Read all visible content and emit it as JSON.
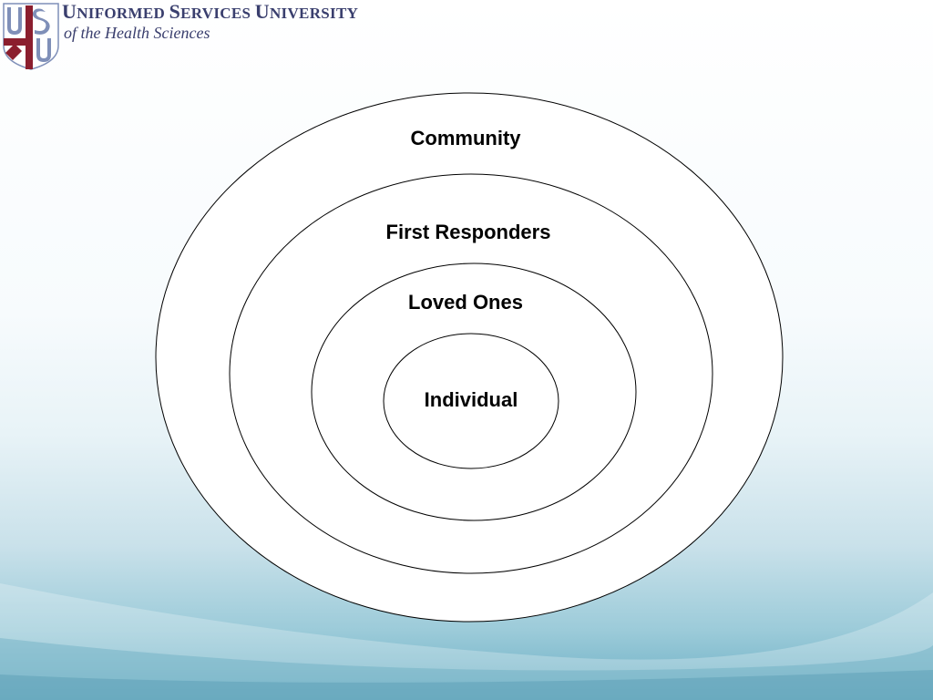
{
  "header": {
    "logo_letters": "USU",
    "university_name": {
      "parts": [
        {
          "text": "U",
          "size": "big"
        },
        {
          "text": "NIFORMED ",
          "size": "small"
        },
        {
          "text": "S",
          "size": "big"
        },
        {
          "text": "ERVICES ",
          "size": "small"
        },
        {
          "text": "U",
          "size": "big"
        },
        {
          "text": "NIVERSITY",
          "size": "small"
        }
      ]
    },
    "subtitle": "of the Health Sciences"
  },
  "diagram": {
    "rings": [
      {
        "label": "Community"
      },
      {
        "label": "First Responders"
      },
      {
        "label": "Loved Ones"
      },
      {
        "label": "Individual"
      }
    ]
  },
  "colors": {
    "brand_navy": "#3a3f6e",
    "brand_maroon": "#8b1e2e",
    "logo_blue": "#7f8fb8",
    "ring_stroke": "#000000",
    "ring_fill": "#ffffff"
  }
}
